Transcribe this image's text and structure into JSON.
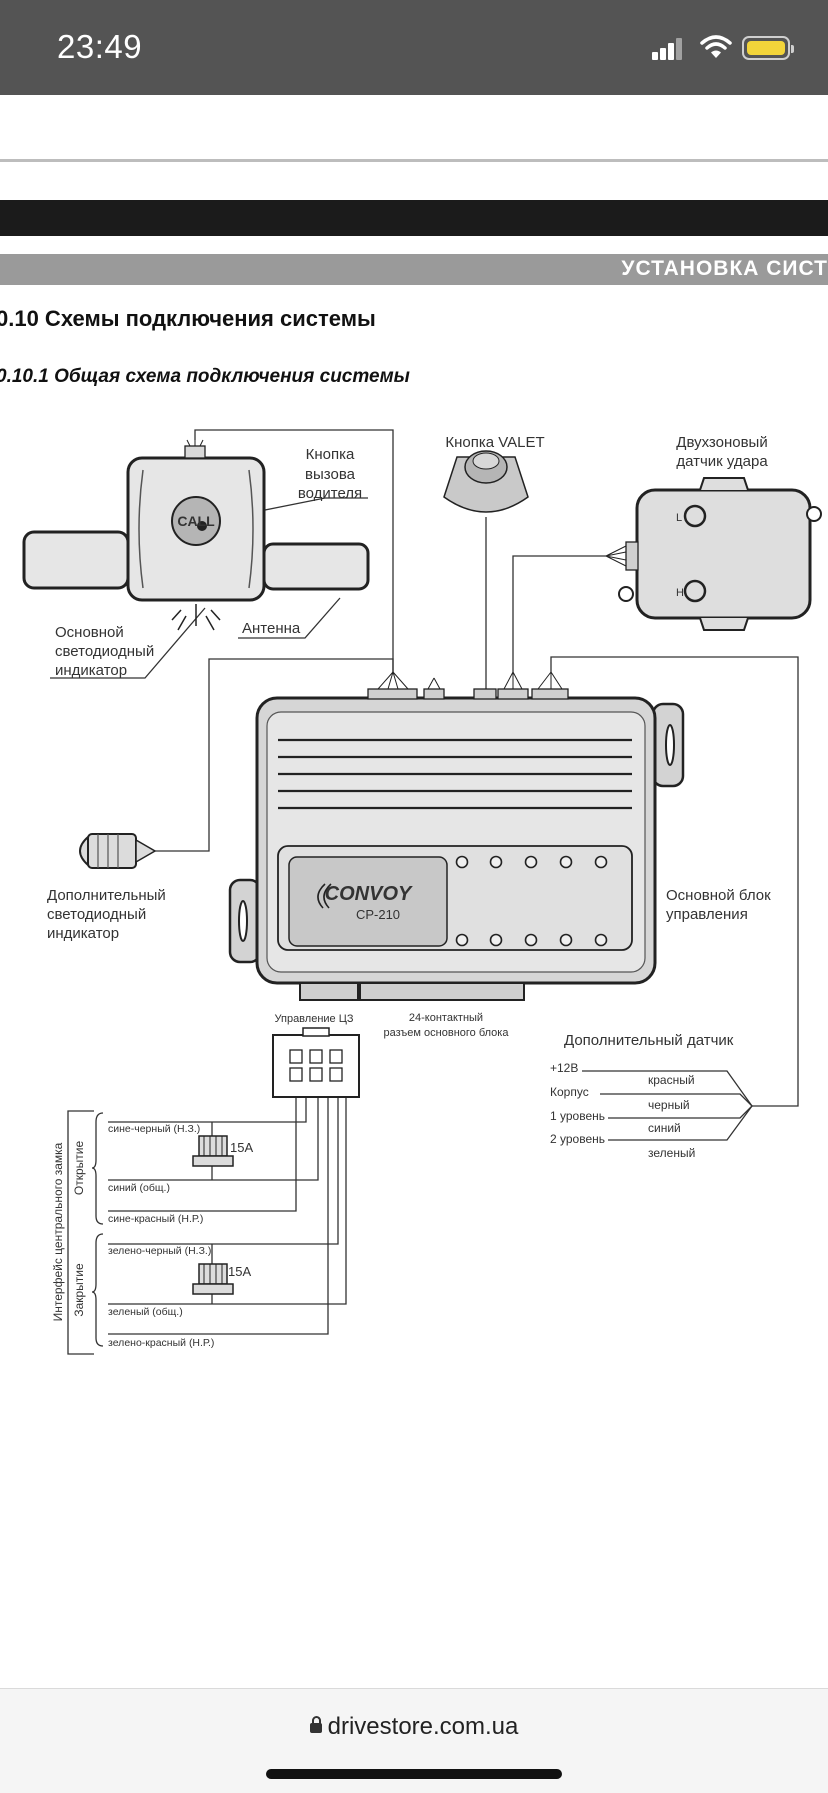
{
  "status": {
    "time": "23:49"
  },
  "header": {
    "band_title": "УСТАНОВКА СИСТ"
  },
  "headings": {
    "h1": "0.10 Схемы подключения системы",
    "h2": "0.10.1 Общая схема подключения системы"
  },
  "diagram": {
    "call_button": {
      "label": [
        "Кнопка",
        "вызова",
        "водителя"
      ],
      "badge": "CALL"
    },
    "antenna": "Антенна",
    "main_led": [
      "Основной",
      "светодиодный",
      "индикатор"
    ],
    "valet": "Кнопка VALET",
    "shock_sensor": [
      "Двухзоновый",
      "датчик удара"
    ],
    "sensor_marks": [
      "L",
      "H"
    ],
    "extra_led": [
      "Дополнительный",
      "светодиодный",
      "индикатор"
    ],
    "main_unit": [
      "Основной блок",
      "управления"
    ],
    "brand": "CONVOY",
    "model": "CP-210",
    "cz_control": "Управление ЦЗ",
    "connector24": [
      "24-контактный",
      "разъем основного блока"
    ],
    "extra_sensor": {
      "title": "Дополнительный датчик",
      "pins": [
        "+12В",
        "Корпус",
        "1 уровень",
        "2 уровень"
      ],
      "wires": [
        "красный",
        "черный",
        "синий",
        "зеленый"
      ]
    },
    "lock_interface": {
      "title": "Интерфейс центрального замка",
      "open": "Открытие",
      "close": "Закрытие",
      "open_wires": [
        "сине-черный (Н.З.)",
        "синий (общ.)",
        "сине-красный (Н.Р.)"
      ],
      "close_wires": [
        "зелено-черный (Н.З.)",
        "зеленый (общ.)",
        "зелено-красный (Н.Р.)"
      ],
      "fuse": "15А"
    }
  },
  "browser": {
    "url": "drivestore.com.ua"
  }
}
